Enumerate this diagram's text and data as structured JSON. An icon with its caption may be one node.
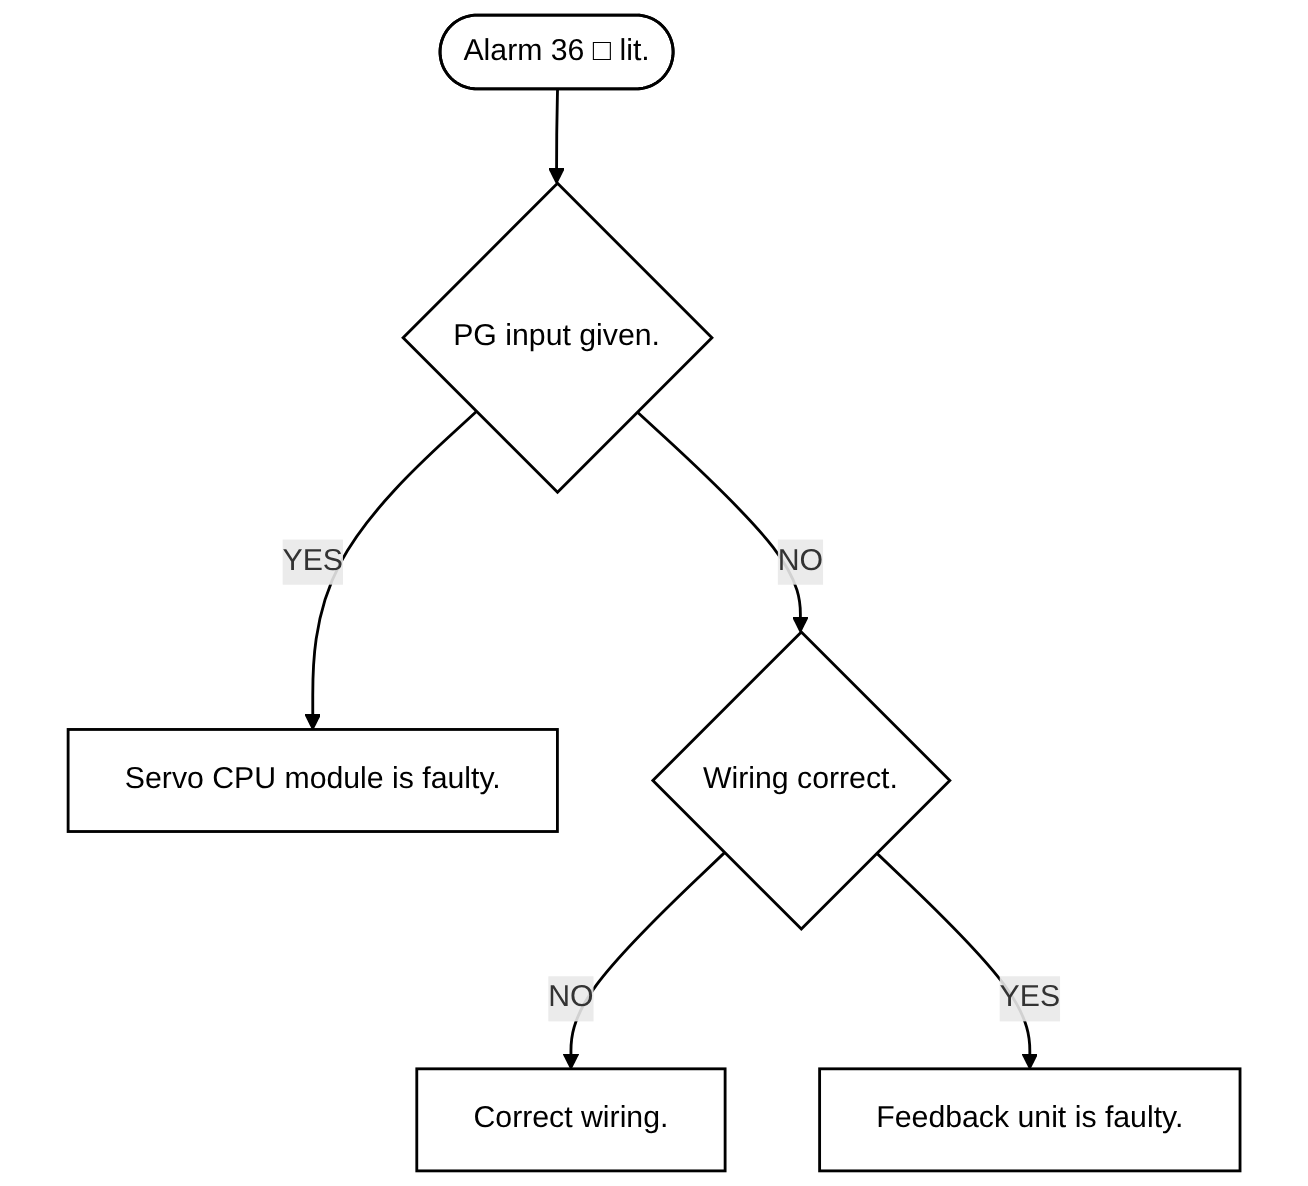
{
  "diagram": {
    "nodes": [
      {
        "text": [
          "Alarm 36 □ lit."
        ]
      },
      {
        "text": [
          "PG input given."
        ]
      },
      {
        "text": [
          "Servo CPU module is faulty."
        ]
      },
      {
        "text": [
          "Wiring correct."
        ]
      },
      {
        "text": [
          "Correct wiring."
        ]
      },
      {
        "text": [
          "Feedback unit is faulty."
        ]
      }
    ],
    "edges": [
      {
        "from": 0,
        "to": 1,
        "arrow": "to"
      },
      {
        "from": 1,
        "to": 2,
        "arrow": "to",
        "label": "YES"
      },
      {
        "from": 1,
        "to": 3,
        "arrow": "to",
        "label": "NO"
      },
      {
        "from": 3,
        "to": 4,
        "arrow": "to",
        "label": "NO"
      },
      {
        "from": 3,
        "to": 5,
        "arrow": "to",
        "label": "YES"
      }
    ]
  }
}
